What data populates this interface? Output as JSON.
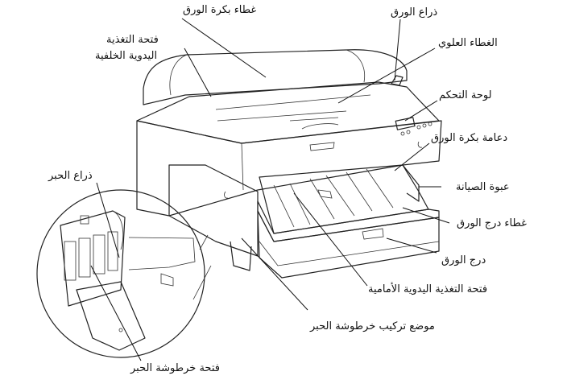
{
  "labels": {
    "roll_paper_cover": "غطاء بكرة الورق",
    "paper_lever": "ذراع الورق",
    "rear_manual_feed_slot_line1": "فتحة التغذية",
    "rear_manual_feed_slot_line2": "اليدوية الخلفية",
    "top_cover": "الغطاء العلوي",
    "control_panel": "لوحة التحكم",
    "roll_paper_holder": "دعامة بكرة الورق",
    "maintenance_tank": "عبوة الصيانة",
    "paper_tray_cover": "غطاء درج الورق",
    "paper_tray": "درج الورق",
    "front_manual_feed_slot": "فتحة التغذية اليدوية الأمامية",
    "ink_lever": "ذراع الحبر",
    "ink_cartridge_compartment": "موضع تركيب خرطوشة الحبر",
    "ink_cartridge_slot": "فتحة خرطوشة الحبر"
  }
}
